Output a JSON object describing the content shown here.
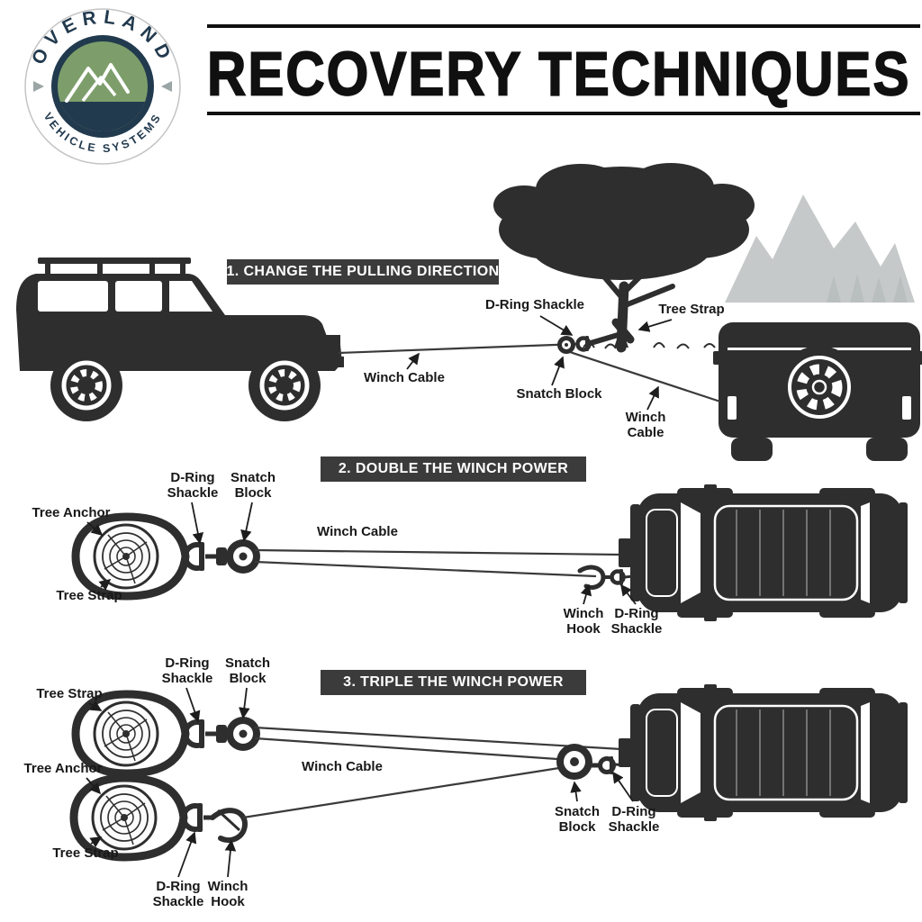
{
  "logo": {
    "arc_top": "OVERLAND",
    "arc_bottom": "VEHICLE SYSTEMS"
  },
  "title": "RECOVERY TECHNIQUES",
  "sections": [
    {
      "heading": "1. CHANGE THE PULLING DIRECTION",
      "labels": {
        "d_ring_shackle": "D-Ring Shackle",
        "tree_strap": "Tree Strap",
        "winch_cable": "Winch Cable",
        "snatch_block": "Snatch Block",
        "winch_cable_2": "Winch\nCable"
      }
    },
    {
      "heading": "2. DOUBLE THE WINCH POWER",
      "labels": {
        "d_ring_shackle": "D-Ring\nShackle",
        "snatch_block": "Snatch\nBlock",
        "tree_anchor": "Tree Anchor",
        "tree_strap": "Tree Strap",
        "winch_cable": "Winch Cable",
        "winch_hook": "Winch\nHook",
        "d_ring_shackle_2": "D-Ring\nShackle"
      }
    },
    {
      "heading": "3. TRIPLE THE WINCH POWER",
      "labels": {
        "d_ring_shackle": "D-Ring\nShackle",
        "snatch_block": "Snatch\nBlock",
        "tree_strap": "Tree Strap",
        "tree_anchor": "Tree Anchor",
        "tree_strap_2": "Tree Strap",
        "d_ring_shackle_2": "D-Ring\nShackle",
        "winch_hook": "Winch\nHook",
        "winch_cable": "Winch Cable",
        "snatch_block_2": "Snatch\nBlock",
        "d_ring_shackle_3": "D-Ring\nShackle"
      }
    }
  ],
  "colors": {
    "ink": "#101010",
    "silhouette": "#2e2e2e",
    "heading_bg": "#3b3b3b",
    "heading_text": "#ffffff",
    "logo_navy": "#223a4e",
    "logo_green": "#7d9e6b",
    "mountain_gray": "#c6c9c9"
  }
}
